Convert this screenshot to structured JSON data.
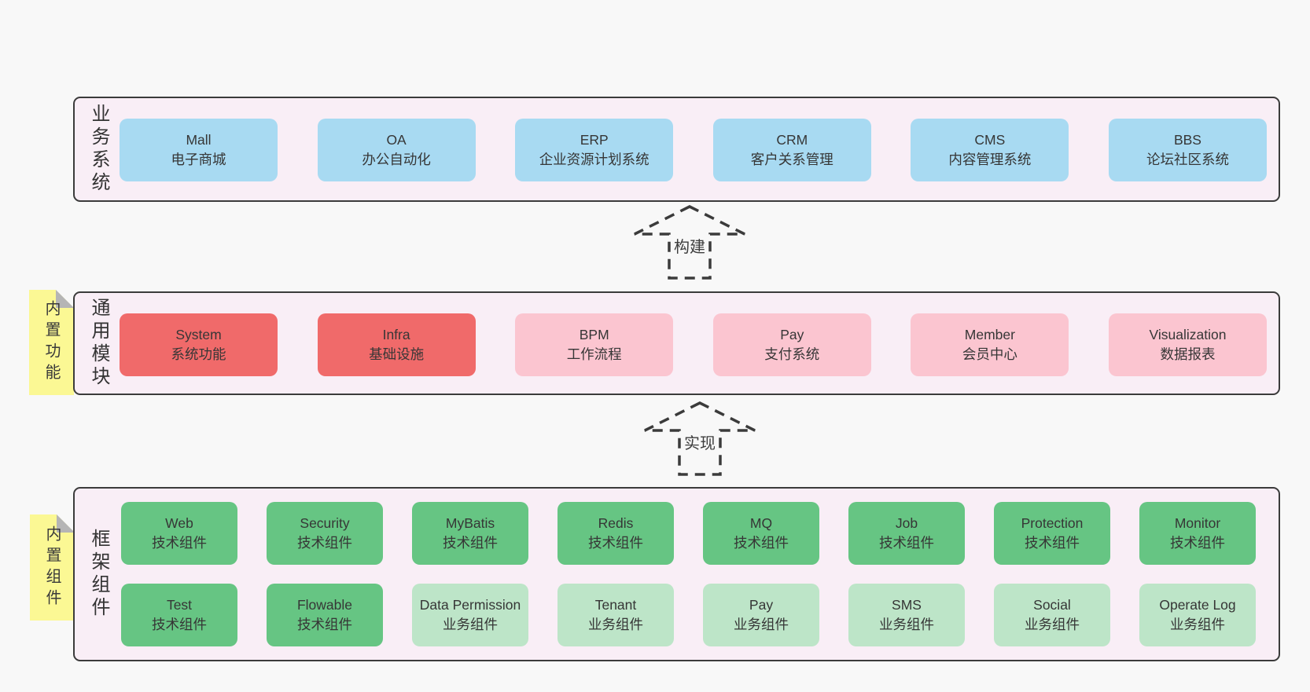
{
  "colors": {
    "page-bg": "#f8f8f8",
    "band-bg": "#f9eef6",
    "line": "#3b3b3b",
    "blue": "#a8daf2",
    "red": "#f06a6a",
    "pink": "#fbc5d0",
    "green": "#66c583",
    "lightgreen": "#bde5c8",
    "sticky-yellow": "#fbf894",
    "sticky-fold": "#b5b5b5"
  },
  "bands": [
    {
      "label": "业务系统",
      "boxes": [
        {
          "title": "Mall",
          "subtitle": "电子商城",
          "variant": "blue"
        },
        {
          "title": "OA",
          "subtitle": "办公自动化",
          "variant": "blue"
        },
        {
          "title": "ERP",
          "subtitle": "企业资源计划系统",
          "variant": "blue"
        },
        {
          "title": "CRM",
          "subtitle": "客户关系管理",
          "variant": "blue"
        },
        {
          "title": "CMS",
          "subtitle": "内容管理系统",
          "variant": "blue"
        },
        {
          "title": "BBS",
          "subtitle": "论坛社区系统",
          "variant": "blue"
        }
      ]
    },
    {
      "label": "通用模块",
      "boxes": [
        {
          "title": "System",
          "subtitle": "系统功能",
          "variant": "red"
        },
        {
          "title": "Infra",
          "subtitle": "基础设施",
          "variant": "red"
        },
        {
          "title": "BPM",
          "subtitle": "工作流程",
          "variant": "pink"
        },
        {
          "title": "Pay",
          "subtitle": "支付系统",
          "variant": "pink"
        },
        {
          "title": "Member",
          "subtitle": "会员中心",
          "variant": "pink"
        },
        {
          "title": "Visualization",
          "subtitle": "数据报表",
          "variant": "pink"
        }
      ]
    },
    {
      "label": "框架组件",
      "rows": [
        [
          {
            "title": "Web",
            "subtitle": "技术组件",
            "variant": "green"
          },
          {
            "title": "Security",
            "subtitle": "技术组件",
            "variant": "green"
          },
          {
            "title": "MyBatis",
            "subtitle": "技术组件",
            "variant": "green"
          },
          {
            "title": "Redis",
            "subtitle": "技术组件",
            "variant": "green"
          },
          {
            "title": "MQ",
            "subtitle": "技术组件",
            "variant": "green"
          },
          {
            "title": "Job",
            "subtitle": "技术组件",
            "variant": "green"
          },
          {
            "title": "Protection",
            "subtitle": "技术组件",
            "variant": "green"
          },
          {
            "title": "Monitor",
            "subtitle": "技术组件",
            "variant": "green"
          }
        ],
        [
          {
            "title": "Test",
            "subtitle": "技术组件",
            "variant": "green"
          },
          {
            "title": "Flowable",
            "subtitle": "技术组件",
            "variant": "green"
          },
          {
            "title": "Data Permission",
            "subtitle": "业务组件",
            "variant": "lightgreen"
          },
          {
            "title": "Tenant",
            "subtitle": "业务组件",
            "variant": "lightgreen"
          },
          {
            "title": "Pay",
            "subtitle": "业务组件",
            "variant": "lightgreen"
          },
          {
            "title": "SMS",
            "subtitle": "业务组件",
            "variant": "lightgreen"
          },
          {
            "title": "Social",
            "subtitle": "业务组件",
            "variant": "lightgreen"
          },
          {
            "title": "Operate Log",
            "subtitle": "业务组件",
            "variant": "lightgreen"
          }
        ]
      ]
    }
  ],
  "stickies": [
    {
      "text": "内置功能"
    },
    {
      "text": "内置组件"
    }
  ],
  "arrows": [
    {
      "label": "构建"
    },
    {
      "label": "实现"
    }
  ]
}
